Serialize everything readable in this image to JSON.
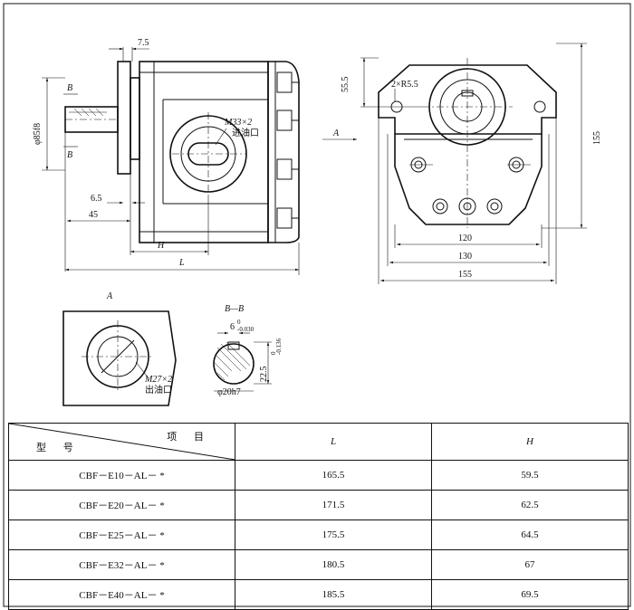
{
  "front_view": {
    "dim_7_5": "7.5",
    "dim_phi85": "φ85f8",
    "section_b_top": "B",
    "section_b_bottom": "B",
    "inlet_thread": "M33×2",
    "inlet_label": "进油口",
    "dim_6_5": "6.5",
    "dim_45": "45",
    "dim_h": "H",
    "dim_l": "L"
  },
  "side_view": {
    "dim_55_5": "55.5",
    "dim_2xr5_5": "2×R5.5",
    "view_a": "A",
    "dim_155_v": "155",
    "dim_120": "120",
    "dim_130": "130",
    "dim_155_h": "155"
  },
  "view_a": {
    "title": "A",
    "outlet_thread": "M27×2",
    "outlet_label": "出油口"
  },
  "section_bb": {
    "title": "B—B",
    "key_width": "6",
    "key_tol_top": "0",
    "key_tol_bottom": "-0.030",
    "shaft_dim": "φ20h7",
    "depth_dim": "22.5",
    "depth_tol_top": "0",
    "depth_tol_bottom": "-0.136"
  },
  "table": {
    "header_item": "项 目",
    "header_model": "型 号",
    "col_l": "L",
    "col_h": "H",
    "rows": [
      {
        "model": "CBF－E10－AL－ *",
        "l": "165.5",
        "h": "59.5"
      },
      {
        "model": "CBF－E20－AL－ *",
        "l": "171.5",
        "h": "62.5"
      },
      {
        "model": "CBF－E25－AL－ *",
        "l": "175.5",
        "h": "64.5"
      },
      {
        "model": "CBF－E32－AL－ *",
        "l": "180.5",
        "h": "67"
      },
      {
        "model": "CBF－E40－AL－ *",
        "l": "185.5",
        "h": "69.5"
      }
    ]
  }
}
